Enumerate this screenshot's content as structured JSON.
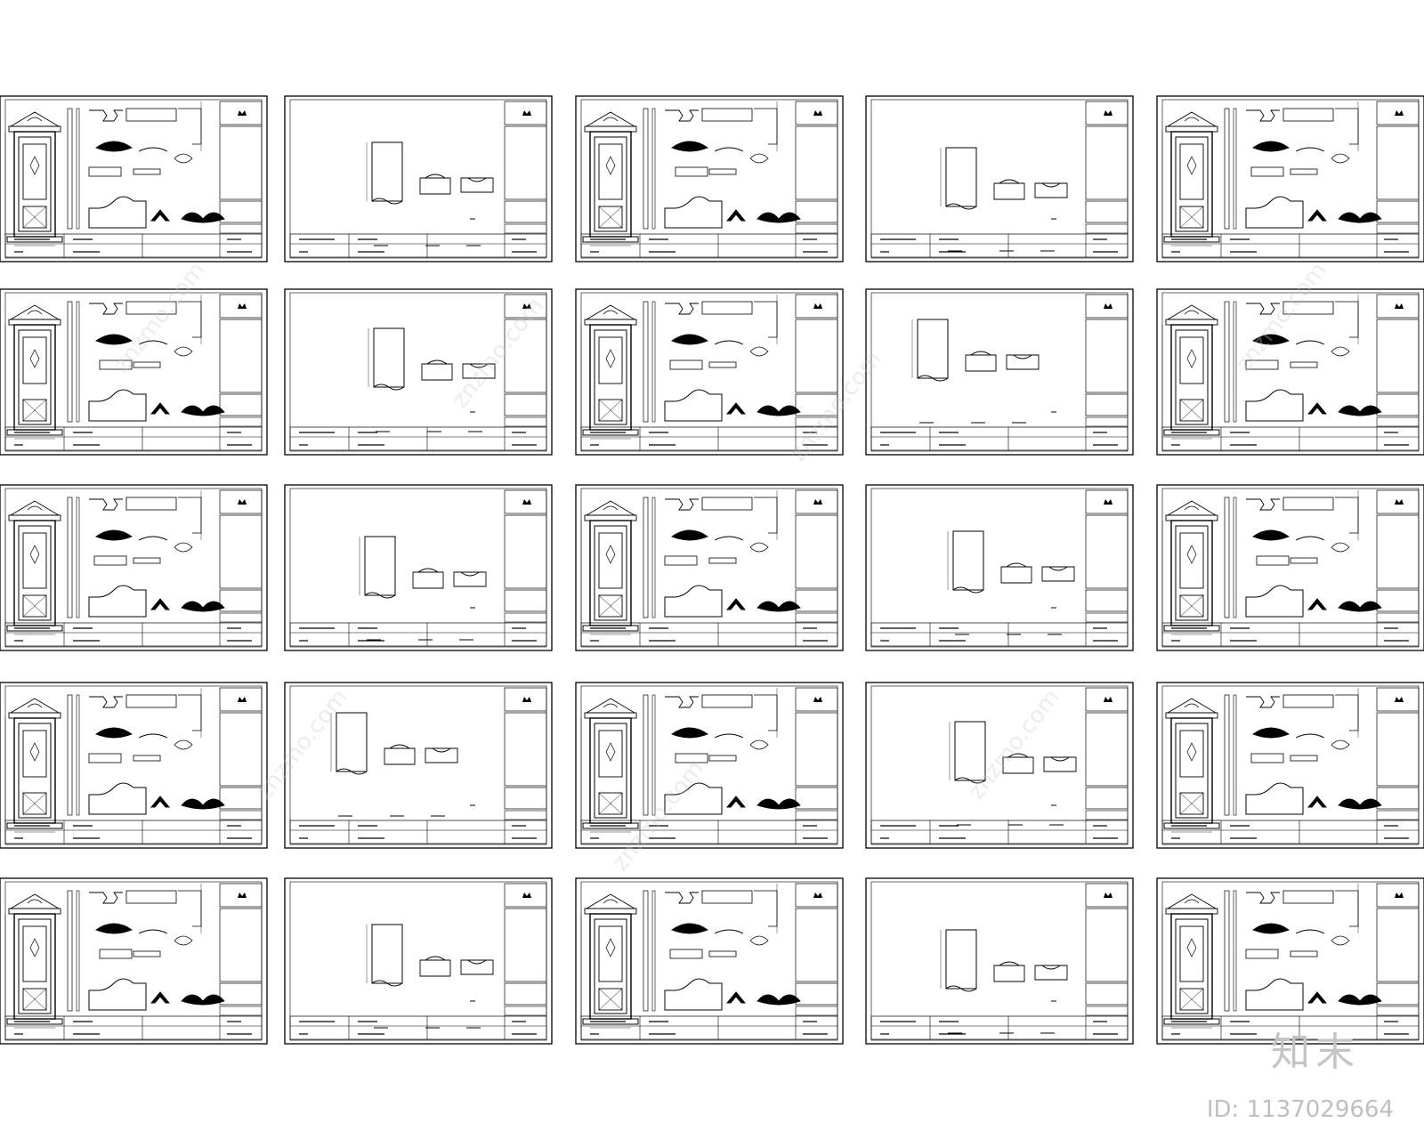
{
  "grid": {
    "rows": 5,
    "cols": 5,
    "sheet_kinds": [
      [
        "door",
        "profile",
        "door",
        "profile",
        "door"
      ],
      [
        "door",
        "profile",
        "door",
        "profile",
        "door"
      ],
      [
        "door",
        "profile",
        "door",
        "profile",
        "door"
      ],
      [
        "door",
        "profile",
        "door",
        "profile",
        "door"
      ],
      [
        "door",
        "profile",
        "door",
        "profile",
        "door"
      ]
    ]
  },
  "colors": {
    "line": "#000000",
    "paper": "#ffffff",
    "watermark": "#c8c8c8"
  },
  "watermark": {
    "brand": "知末",
    "id_text": "ID: 1137029664",
    "diagonal_text": "znzmo.com"
  }
}
